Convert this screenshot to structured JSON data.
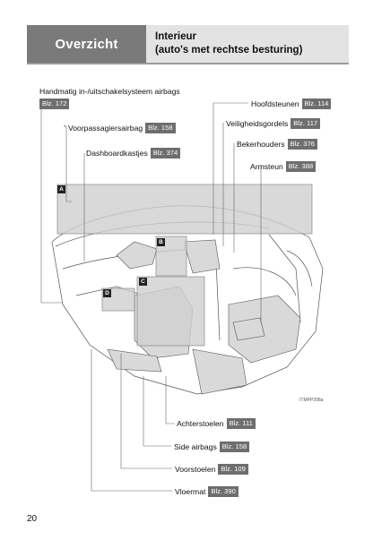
{
  "header": {
    "section": "Overzicht",
    "title_line1": "Interieur",
    "title_line2": "(auto's met rechtse besturing)"
  },
  "callouts": {
    "handmatig": {
      "text": "Handmatig in-/uitschakelsysteem airbags",
      "ref": "Blz. 172"
    },
    "voorpassagier": {
      "text": "Voorpassagiersairbag",
      "ref": "Blz. 158"
    },
    "dashboard": {
      "text": "Dashboardkastjes",
      "ref": "Blz. 374"
    },
    "hoofdsteunen": {
      "text": "Hoofdsteunen",
      "ref": "Blz. 114"
    },
    "gordels": {
      "text": "Veiligheidsgordels",
      "ref": "Blz. 117"
    },
    "bekerhouders": {
      "text": "Bekerhouders",
      "ref": "Blz. 376"
    },
    "armsteun": {
      "text": "Armsteun",
      "ref": "Blz. 388"
    },
    "achterstoelen": {
      "text": "Achterstoelen",
      "ref": "Blz. 111"
    },
    "side_airbags": {
      "text": "Side airbags",
      "ref": "Blz. 158"
    },
    "voorstoelen": {
      "text": "Voorstoelen",
      "ref": "Blz. 109"
    },
    "vloermat": {
      "text": "Vloermat",
      "ref": "Blz. 390"
    }
  },
  "diagram_tags": {
    "a": "A",
    "b": "B",
    "c": "C",
    "d": "D"
  },
  "figure_code": "ITMPP298a",
  "page_number": "20"
}
